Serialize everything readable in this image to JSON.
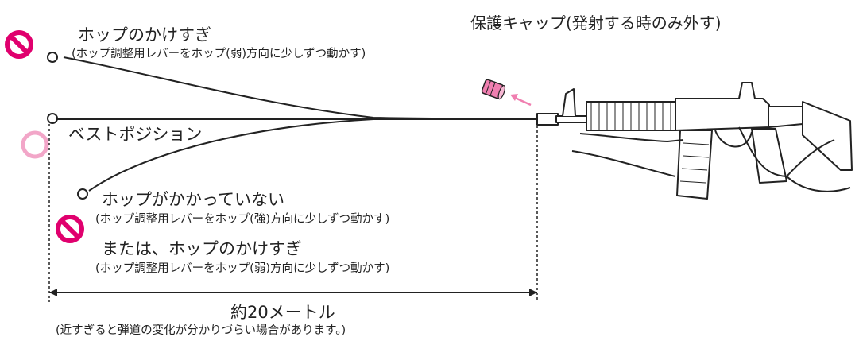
{
  "diagram": {
    "protective_cap": "保護キャップ(発射する時のみ外す)",
    "too_much_hop": {
      "title": "ホップのかけすぎ",
      "note": "(ホップ調整用レバーをホップ(弱)方向に少しずつ動かす)"
    },
    "best_position": "ベストポジション",
    "no_hop": {
      "title": "ホップがかかっていない",
      "note": "(ホップ調整用レバーをホップ(強)方向に少しずつ動かす)",
      "alt_title": "または、ホップのかけすぎ",
      "alt_note": "(ホップ調整用レバーをホップ(弱)方向に少しずつ動かす)"
    },
    "distance": "約20メートル",
    "distance_note": "(近すぎると弾道の変化が分かりづらい場合があります。)"
  },
  "colors": {
    "prohibited": "#e0006e",
    "good": "#f2a6c8",
    "cap": "#f07fb0",
    "line": "#222222"
  },
  "icons": [
    "prohibited-icon",
    "ok-circle-icon",
    "arrow-icon",
    "rifle-icon",
    "cap-icon"
  ]
}
